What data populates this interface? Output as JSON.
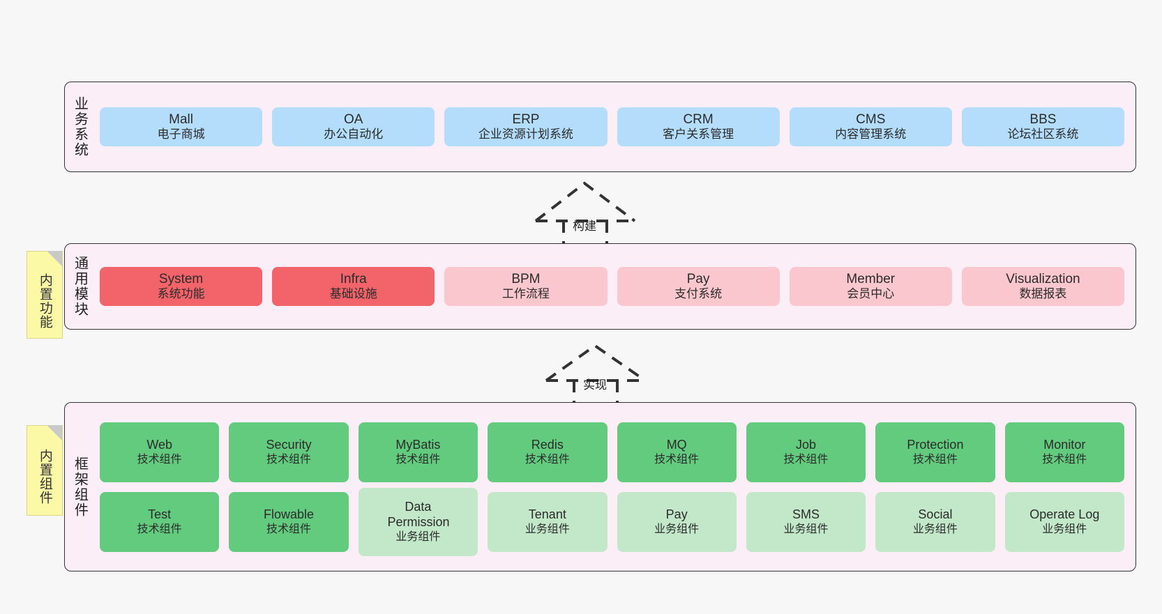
{
  "diagram": {
    "background": "#f7f7f7",
    "band_fill": "#fbeef6",
    "sticky_fill": "#fbf8a6"
  },
  "bands": [
    {
      "id": "business-system",
      "title": "业务系统",
      "sticky": null,
      "rows": [
        {
          "cards": [
            {
              "en": "Mall",
              "cn": "电子商城",
              "color": "#b3ddfb",
              "style": "blue"
            },
            {
              "en": "OA",
              "cn": "办公自动化",
              "color": "#b3ddfb",
              "style": "blue"
            },
            {
              "en": "ERP",
              "cn": "企业资源计划系统",
              "color": "#b3ddfb",
              "style": "blue"
            },
            {
              "en": "CRM",
              "cn": "客户关系管理",
              "color": "#b3ddfb",
              "style": "blue"
            },
            {
              "en": "CMS",
              "cn": "内容管理系统",
              "color": "#b3ddfb",
              "style": "blue"
            },
            {
              "en": "BBS",
              "cn": "论坛社区系统",
              "color": "#b3ddfb",
              "style": "blue"
            }
          ]
        }
      ]
    },
    {
      "id": "common-module",
      "title": "通用模块",
      "sticky": "内置功能",
      "rows": [
        {
          "cards": [
            {
              "en": "System",
              "cn": "系统功能",
              "color": "#f2636a",
              "style": "red"
            },
            {
              "en": "Infra",
              "cn": "基础设施",
              "color": "#f2636a",
              "style": "red"
            },
            {
              "en": "BPM",
              "cn": "工作流程",
              "color": "#fbc7ce",
              "style": "pink"
            },
            {
              "en": "Pay",
              "cn": "支付系统",
              "color": "#fbc7ce",
              "style": "pink"
            },
            {
              "en": "Member",
              "cn": "会员中心",
              "color": "#fbc7ce",
              "style": "pink"
            },
            {
              "en": "Visualization",
              "cn": "数据报表",
              "color": "#fbc7ce",
              "style": "pink"
            }
          ]
        }
      ]
    },
    {
      "id": "framework-component",
      "title": "框架组件",
      "sticky": "内置组件",
      "rows": [
        {
          "cards": [
            {
              "en": "Web",
              "cn": "技术组件",
              "color": "#63cb7e",
              "style": "green"
            },
            {
              "en": "Security",
              "cn": "技术组件",
              "color": "#63cb7e",
              "style": "green"
            },
            {
              "en": "MyBatis",
              "cn": "技术组件",
              "color": "#63cb7e",
              "style": "green"
            },
            {
              "en": "Redis",
              "cn": "技术组件",
              "color": "#63cb7e",
              "style": "green"
            },
            {
              "en": "MQ",
              "cn": "技术组件",
              "color": "#63cb7e",
              "style": "green"
            },
            {
              "en": "Job",
              "cn": "技术组件",
              "color": "#63cb7e",
              "style": "green"
            },
            {
              "en": "Protection",
              "cn": "技术组件",
              "color": "#63cb7e",
              "style": "green"
            },
            {
              "en": "Monitor",
              "cn": "技术组件",
              "color": "#63cb7e",
              "style": "green"
            }
          ]
        },
        {
          "cards": [
            {
              "en": "Test",
              "cn": "技术组件",
              "color": "#63cb7e",
              "style": "green"
            },
            {
              "en": "Flowable",
              "cn": "技术组件",
              "color": "#63cb7e",
              "style": "green"
            },
            {
              "en": "Data Permission",
              "cn": "业务组件",
              "color": "#c2e8c9",
              "style": "mint"
            },
            {
              "en": "Tenant",
              "cn": "业务组件",
              "color": "#c2e8c9",
              "style": "mint"
            },
            {
              "en": "Pay",
              "cn": "业务组件",
              "color": "#c2e8c9",
              "style": "mint"
            },
            {
              "en": "SMS",
              "cn": "业务组件",
              "color": "#c2e8c9",
              "style": "mint"
            },
            {
              "en": "Social",
              "cn": "业务组件",
              "color": "#c2e8c9",
              "style": "mint"
            },
            {
              "en": "Operate Log",
              "cn": "业务组件",
              "color": "#c2e8c9",
              "style": "mint"
            }
          ]
        }
      ]
    }
  ],
  "connectors": [
    {
      "id": "build",
      "label": "构建",
      "from": "common-module",
      "to": "business-system"
    },
    {
      "id": "implement",
      "label": "实现",
      "from": "framework-component",
      "to": "common-module"
    }
  ]
}
